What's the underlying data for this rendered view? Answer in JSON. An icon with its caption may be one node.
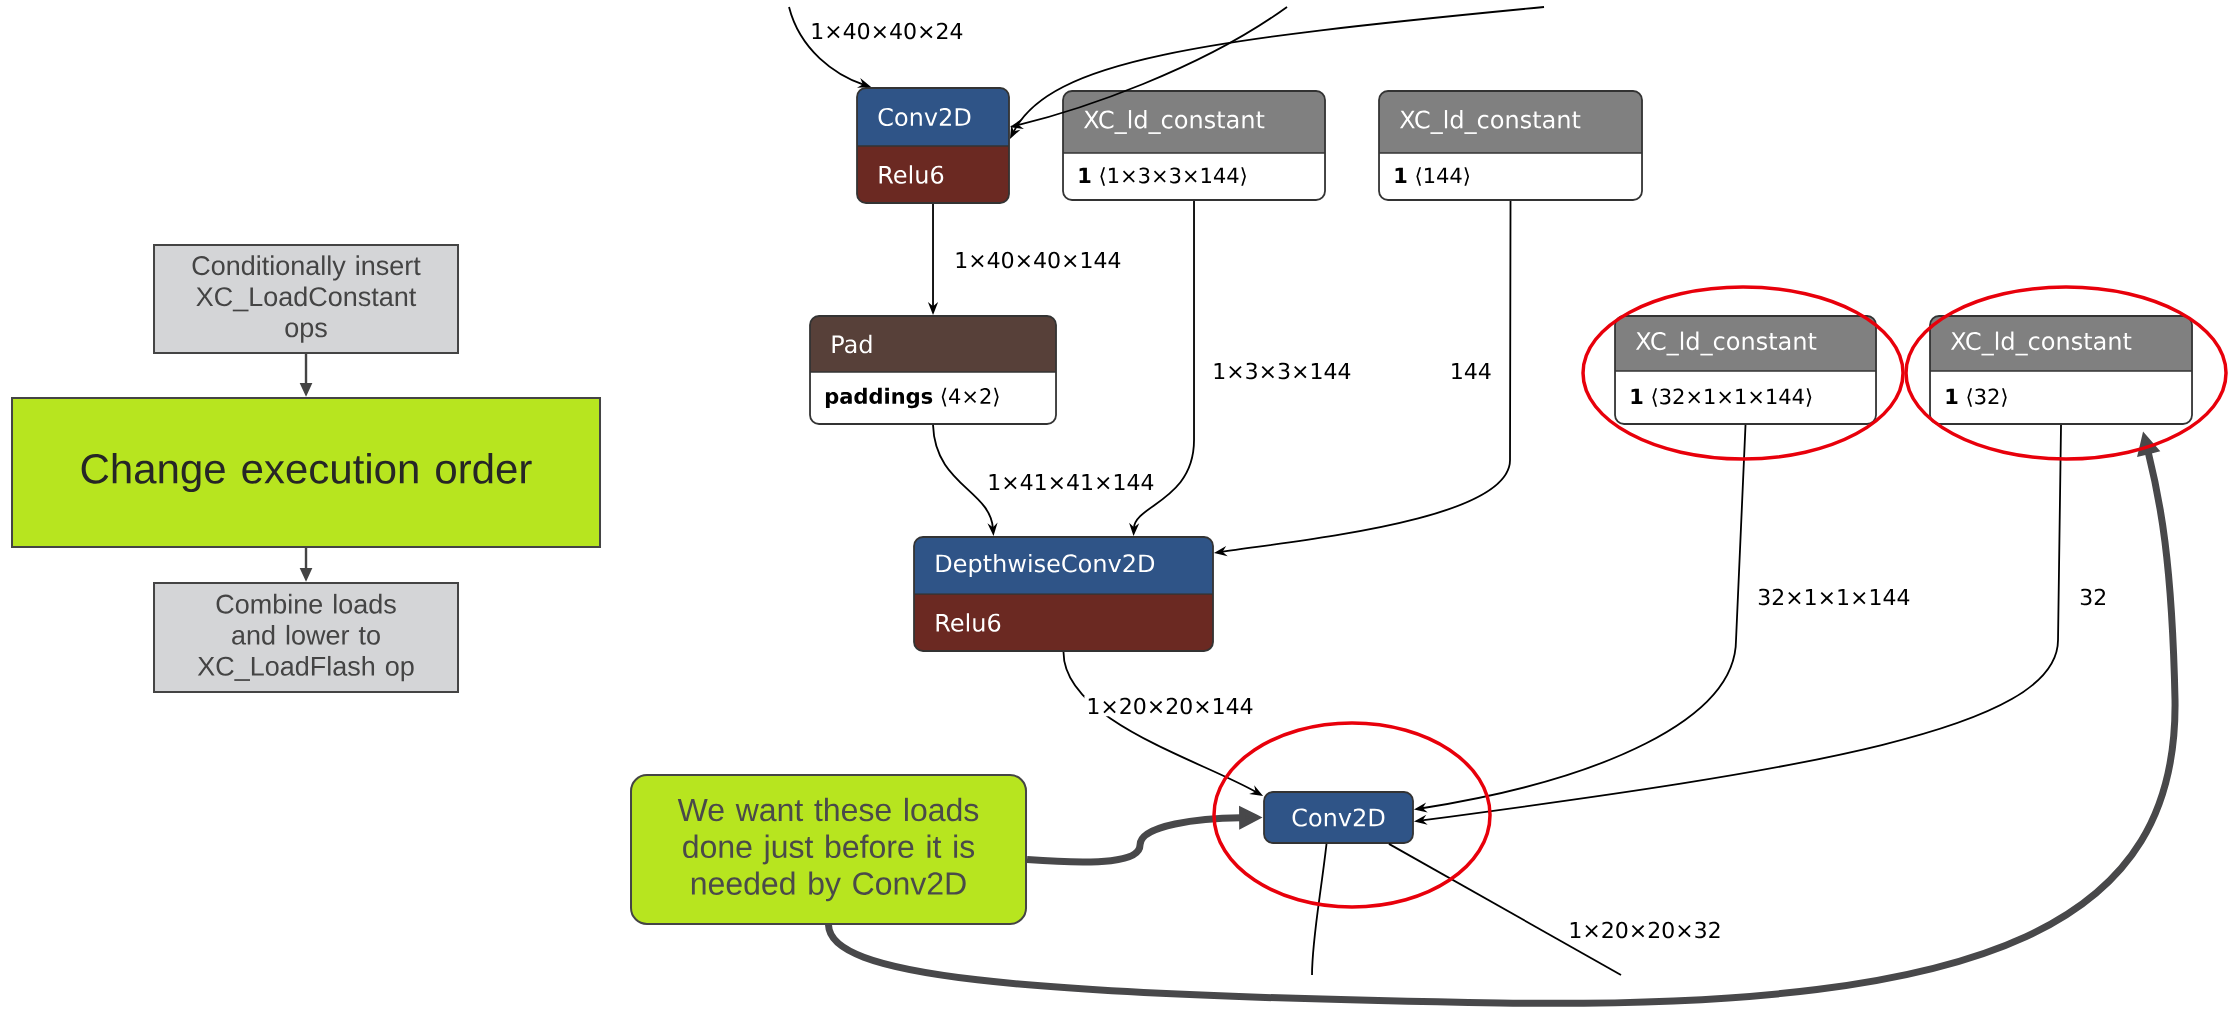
{
  "diagram": {
    "nodes": [
      {
        "text": [
          "Conditionally insert XC_LoadConstant ops"
        ]
      },
      {
        "text": [
          "Change execution order"
        ]
      },
      {
        "text": [
          "Combine loads and lower to XC_LoadFlash op"
        ]
      },
      {
        "text": [
          "Conv2D",
          "Relu6"
        ]
      },
      {
        "text": [
          "XC_ld_constant",
          "**1** ⟨1×3×3×144⟩"
        ]
      },
      {
        "text": [
          "XC_ld_constant",
          "**1** ⟨144⟩"
        ]
      },
      {
        "text": [
          "Pad",
          "**paddings** ⟨4×2⟩"
        ]
      },
      {
        "text": [
          "XC_ld_constant",
          "**1** ⟨32×1×1×144⟩"
        ]
      },
      {
        "text": [
          "XC_ld_constant",
          "**1** ⟨32⟩"
        ]
      },
      {
        "text": [
          "DepthwiseConv2D",
          "Relu6"
        ]
      },
      {
        "text": [
          "Conv2D"
        ]
      },
      {
        "text": [
          "We want these loads done just before it is needed by Conv2D"
        ]
      }
    ],
    "edges": [
      {
        "from": 0,
        "to": 1,
        "arrow": "to"
      },
      {
        "from": 1,
        "to": 2,
        "arrow": "to"
      },
      {
        "from": null,
        "to": 3,
        "arrow": "to",
        "label": "1×40×40×24"
      },
      {
        "from": null,
        "to": 3,
        "arrow": "to"
      },
      {
        "from": null,
        "to": 3,
        "arrow": "to"
      },
      {
        "from": 3,
        "to": 6,
        "arrow": "to",
        "label": "1×40×40×144"
      },
      {
        "from": 6,
        "to": 9,
        "arrow": "to",
        "label": "1×41×41×144"
      },
      {
        "from": 4,
        "to": 9,
        "arrow": "to",
        "label": "1×3×3×144"
      },
      {
        "from": 5,
        "to": 9,
        "arrow": "to",
        "label": "144"
      },
      {
        "from": 9,
        "to": 10,
        "arrow": "to",
        "label": "1×20×20×144"
      },
      {
        "from": 7,
        "to": 10,
        "arrow": "to",
        "label": "32×1×1×144"
      },
      {
        "from": 8,
        "to": 10,
        "arrow": "to",
        "label": "32"
      },
      {
        "from": 10,
        "to": null,
        "arrow": "none"
      },
      {
        "from": 10,
        "to": null,
        "arrow": "none",
        "label": "1×20×20×32"
      },
      {
        "from": 11,
        "to": 10,
        "arrow": "to",
        "style": "thick",
        "color": "#48484a"
      },
      {
        "from": 11,
        "to": 8,
        "arrow": "to",
        "style": "thick",
        "color": "#48484a"
      }
    ]
  }
}
